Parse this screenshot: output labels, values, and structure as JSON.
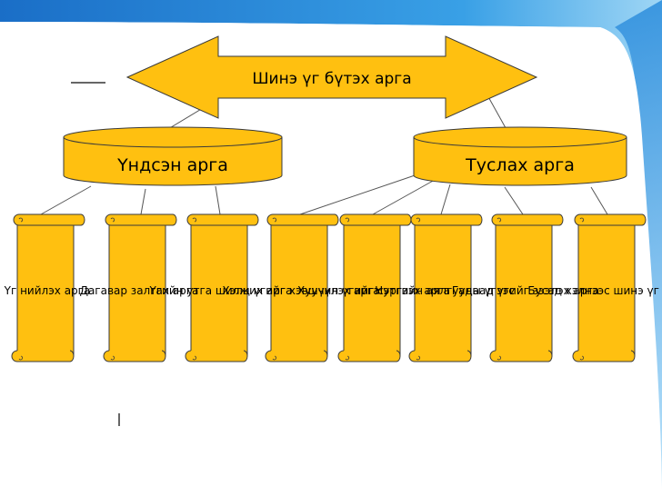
{
  "title": "Шинэ үг бүтэх арга",
  "categories": {
    "main": "Үндсэн арга",
    "aux": "Туслах арга"
  },
  "scrolls": [
    "Үг нийлэх арга",
    "Дагавар залгах арга",
    "Үгийн утга шилжих арга",
    "Хэлц үгийг хэвшүүлэх арга",
    "Хуучин үгийг сэргээх арга",
    "Нутгийн аялгууны үгээс",
    "Гадаад үгийг зээлэх арга",
    "Бусад хэлнээс шинэ үг авах"
  ],
  "colors": {
    "fill": "#ffc010",
    "stroke": "#3a3a3a",
    "connector": "#555555",
    "bg_accent": "#2f7fd0"
  }
}
